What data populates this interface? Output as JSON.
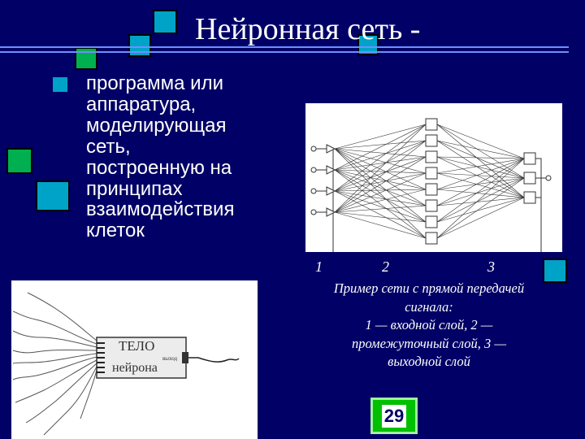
{
  "slide": {
    "title": "Нейронная сеть -",
    "body_lines": [
      "программа или",
      "аппаратура,",
      "моделирующая",
      "сеть,",
      "построенную на",
      "принципах",
      "взаимодействия",
      "клеток"
    ],
    "network_figure": {
      "layer_labels": [
        "1",
        "2",
        "3"
      ],
      "caption_lines": [
        "Пример сети с прямой передачей",
        "сигнала:",
        "1 — входной слой, 2 —",
        "промежуточный слой, 3 —",
        "выходной слой"
      ]
    },
    "neuron_figure": {
      "body_label_1": "ТЕЛО",
      "body_label_2": "нейрона",
      "axon_label": "выход"
    },
    "page_number": "29",
    "colors": {
      "background": "#000066",
      "accent_teal": "#00a3c8",
      "accent_green": "#00b050",
      "badge_green": "#00c000"
    }
  }
}
